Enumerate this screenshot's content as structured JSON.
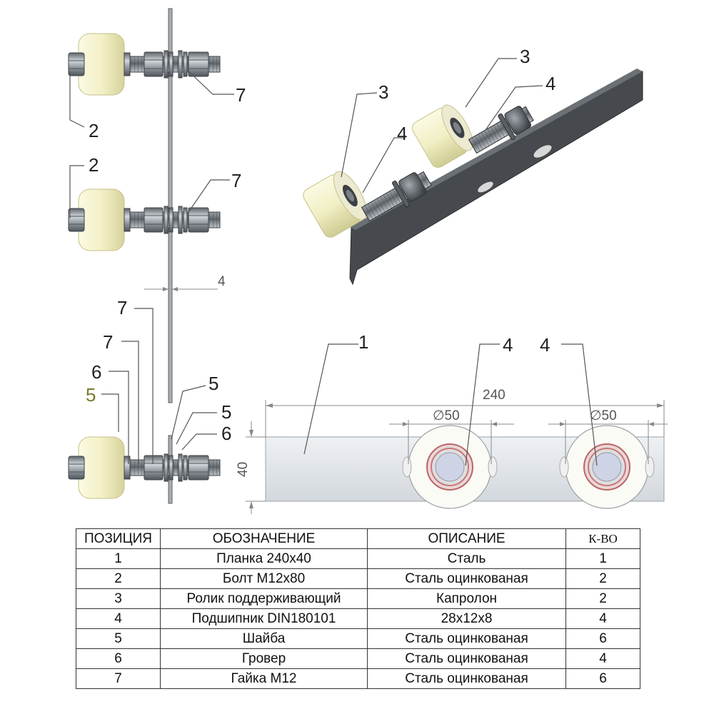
{
  "labels": {
    "plate": "1",
    "bolt": "2",
    "roller": "3",
    "bearing": "4",
    "washer": "5",
    "lock_washer": "6",
    "nut": "7"
  },
  "dimensions": {
    "thickness": "4",
    "length": "240",
    "roller_diameter": "∅50",
    "height": "40"
  },
  "table": {
    "headers": [
      "ПОЗИЦИЯ",
      "ОБОЗНАЧЕНИЕ",
      "ОПИСАНИЕ",
      "К-ВО"
    ],
    "rows": [
      [
        "1",
        "Планка 240х40",
        "Сталь",
        "1"
      ],
      [
        "2",
        "Болт М12х80",
        "Сталь оцинкованая",
        "2"
      ],
      [
        "3",
        "Ролик поддерживающий",
        "Капролон",
        "2"
      ],
      [
        "4",
        "Подшипник DIN180101",
        "28х12х8",
        "4"
      ],
      [
        "5",
        "Шайба",
        "Сталь оцинкованая",
        "6"
      ],
      [
        "6",
        "Гровер",
        "Сталь оцинкованая",
        "4"
      ],
      [
        "7",
        "Гайка М12",
        "Сталь оцинкованая",
        "6"
      ]
    ]
  },
  "colors": {
    "roller": "#f1efc4",
    "steel": "#8f969c",
    "plate_dark": "#4b4f53",
    "plate_light": "#dde1e5",
    "bearing_ring": "#c76f6f"
  }
}
